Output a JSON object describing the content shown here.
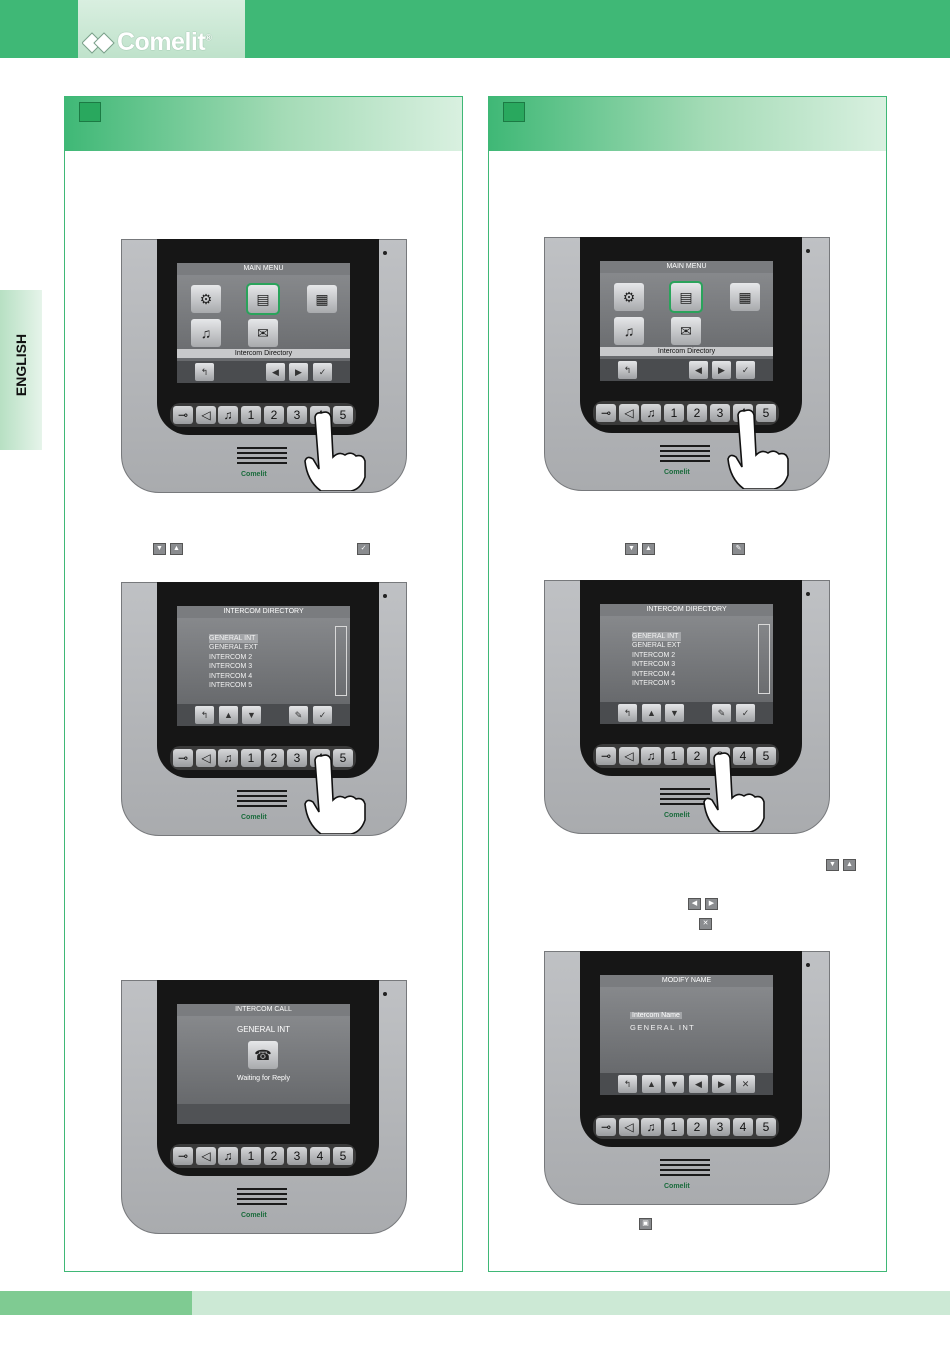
{
  "brand": {
    "name": "Comelit",
    "mark": "®",
    "color": "#3fb876"
  },
  "side_tab": {
    "label": "ENGLISH"
  },
  "screens": {
    "main_menu": {
      "title": "MAIN MENU",
      "caption": "Intercom Directory"
    },
    "directory": {
      "title": "INTERCOM DIRECTORY",
      "items": [
        "GENERAL INT",
        "GENERAL EXT",
        "INTERCOM 2",
        "INTERCOM 3",
        "INTERCOM 4",
        "INTERCOM 5"
      ]
    },
    "call": {
      "title": "INTERCOM CALL",
      "name": "GENERAL INT",
      "status": "Waiting for Reply"
    },
    "modify": {
      "title": "MODIFY NAME",
      "label": "Intercom Name",
      "value": "GENERAL INT"
    }
  },
  "keypad": {
    "keys": [
      "1",
      "2",
      "3",
      "4",
      "5"
    ]
  },
  "device_brand": "Comelit"
}
